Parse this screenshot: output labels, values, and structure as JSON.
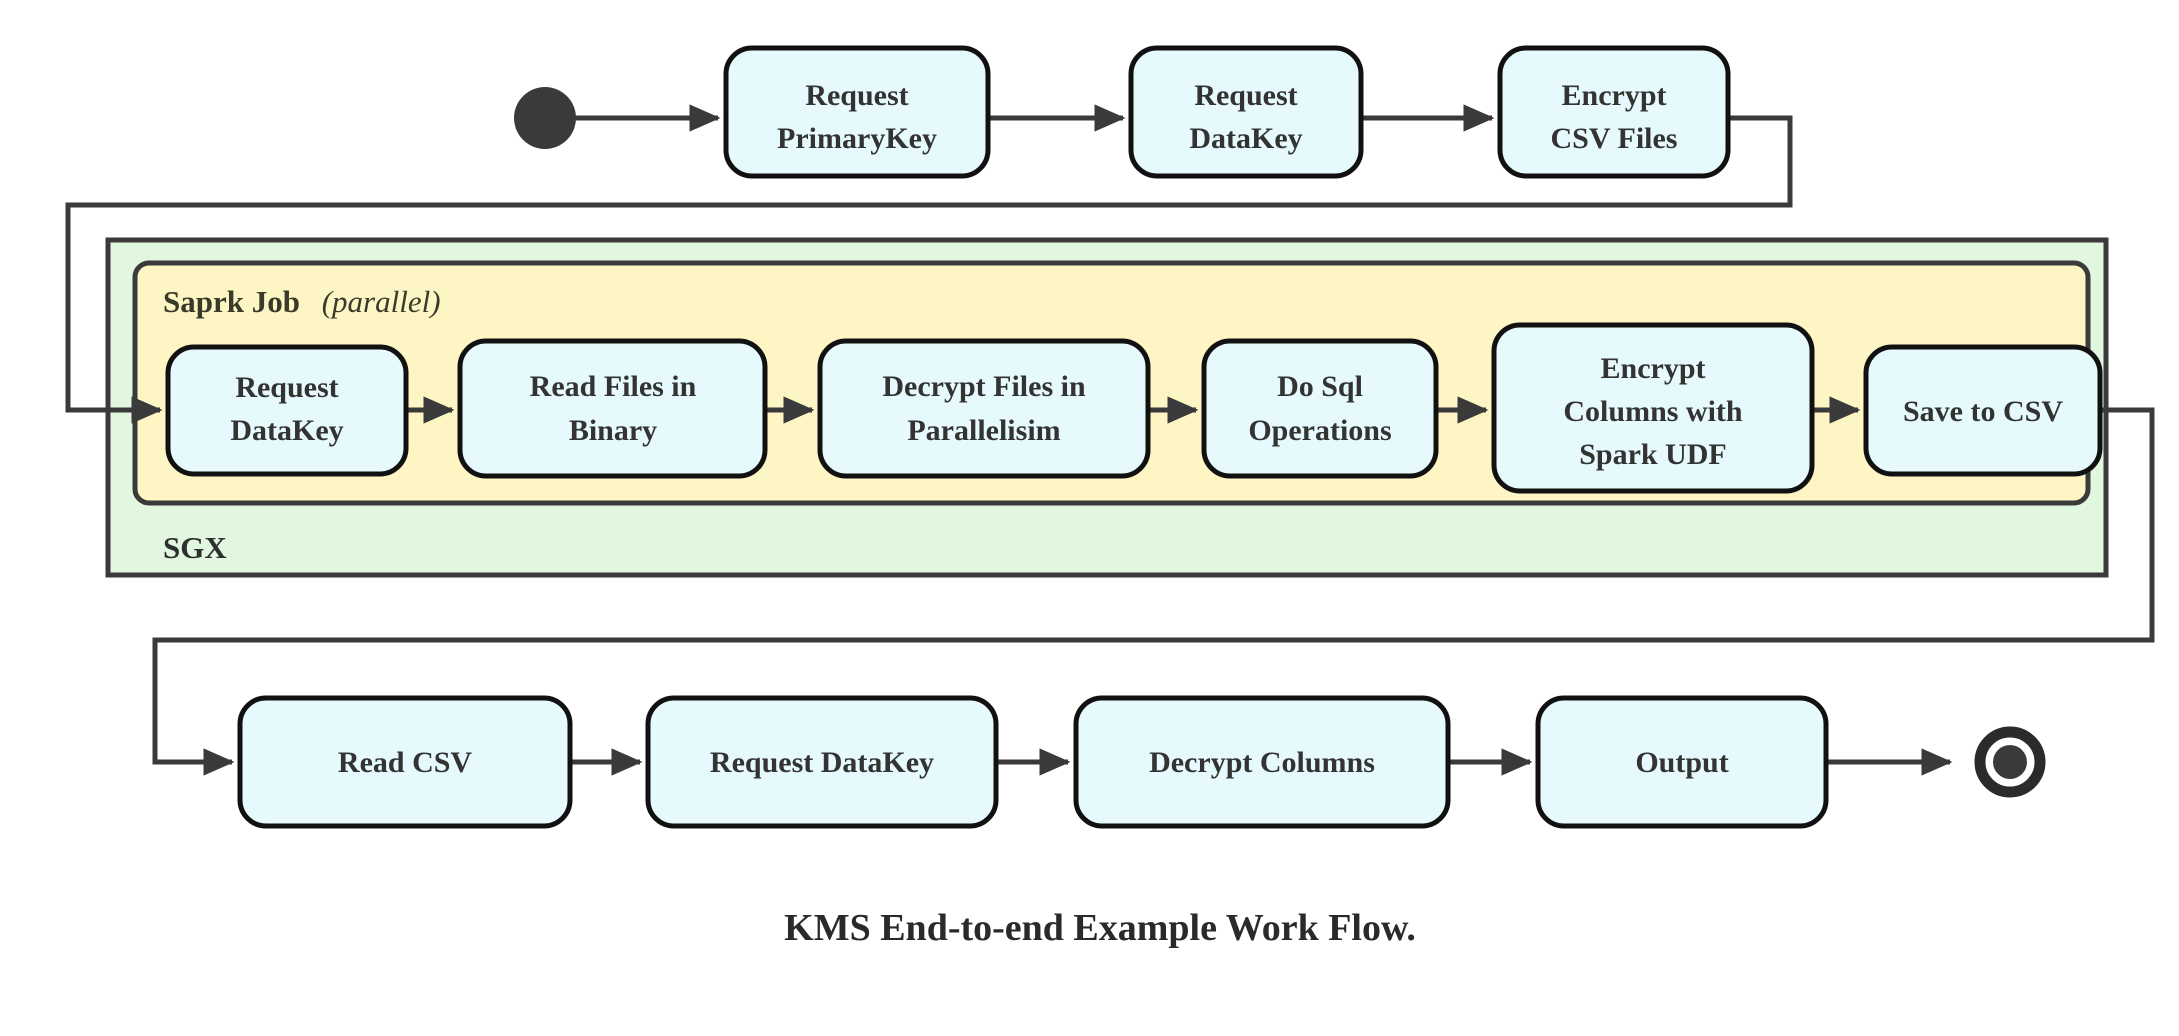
{
  "diagram": {
    "caption": "KMS End-to-end Example Work Flow.",
    "colors": {
      "node_fill": "#e6fafd",
      "node_stroke": "#111111",
      "sgx_fill": "#e2f7e0",
      "spark_fill": "#fdf6c4",
      "edge": "#3a3a3a",
      "text": "#333333",
      "background": "#ffffff"
    },
    "start_node": {
      "name": "start",
      "shape": "filled-circle"
    },
    "end_node": {
      "name": "end",
      "shape": "ring-with-dot"
    },
    "containers": [
      {
        "id": "sgx",
        "label": "SGX",
        "fill": "#e2f7e0",
        "corner": "square"
      },
      {
        "id": "spark",
        "label_bold": "Saprk Job",
        "label_italic": "(parallel)",
        "fill": "#fdf6c4",
        "corner": "rounded"
      }
    ],
    "rows": {
      "top": {
        "name": "top-row",
        "nodes": [
          {
            "id": "req-primary-key",
            "line1": "Request",
            "line2": "PrimaryKey"
          },
          {
            "id": "req-datakey-top",
            "line1": "Request",
            "line2": "DataKey"
          },
          {
            "id": "encrypt-csv-files",
            "line1": "Encrypt",
            "line2": "CSV Files"
          }
        ]
      },
      "spark": {
        "name": "spark-row",
        "nodes": [
          {
            "id": "req-datakey-spark",
            "line1": "Request",
            "line2": "DataKey"
          },
          {
            "id": "read-files-binary",
            "line1": "Read Files in",
            "line2": "Binary"
          },
          {
            "id": "decrypt-files-parallel",
            "line1": "Decrypt Files in",
            "line2": "Parallelisim"
          },
          {
            "id": "do-sql-operations",
            "line1": "Do Sql",
            "line2": "Operations"
          },
          {
            "id": "encrypt-columns-udf",
            "line1": "Encrypt",
            "line2": "Columns with",
            "line3": "Spark UDF"
          },
          {
            "id": "save-to-csv",
            "line1": "Save to CSV"
          }
        ]
      },
      "bottom": {
        "name": "bottom-row",
        "nodes": [
          {
            "id": "read-csv",
            "line1": "Read CSV"
          },
          {
            "id": "req-datakey-bottom",
            "line1": "Request DataKey"
          },
          {
            "id": "decrypt-columns",
            "line1": "Decrypt Columns"
          },
          {
            "id": "output",
            "line1": "Output"
          }
        ]
      }
    },
    "flow_order": [
      "start",
      "Request PrimaryKey",
      "Request DataKey",
      "Encrypt CSV Files",
      "Request DataKey",
      "Read Files in Binary",
      "Decrypt Files in Parallelisim",
      "Do Sql Operations",
      "Encrypt Columns with Spark UDF",
      "Save to CSV",
      "Read CSV",
      "Request DataKey",
      "Decrypt Columns",
      "Output",
      "end"
    ]
  }
}
